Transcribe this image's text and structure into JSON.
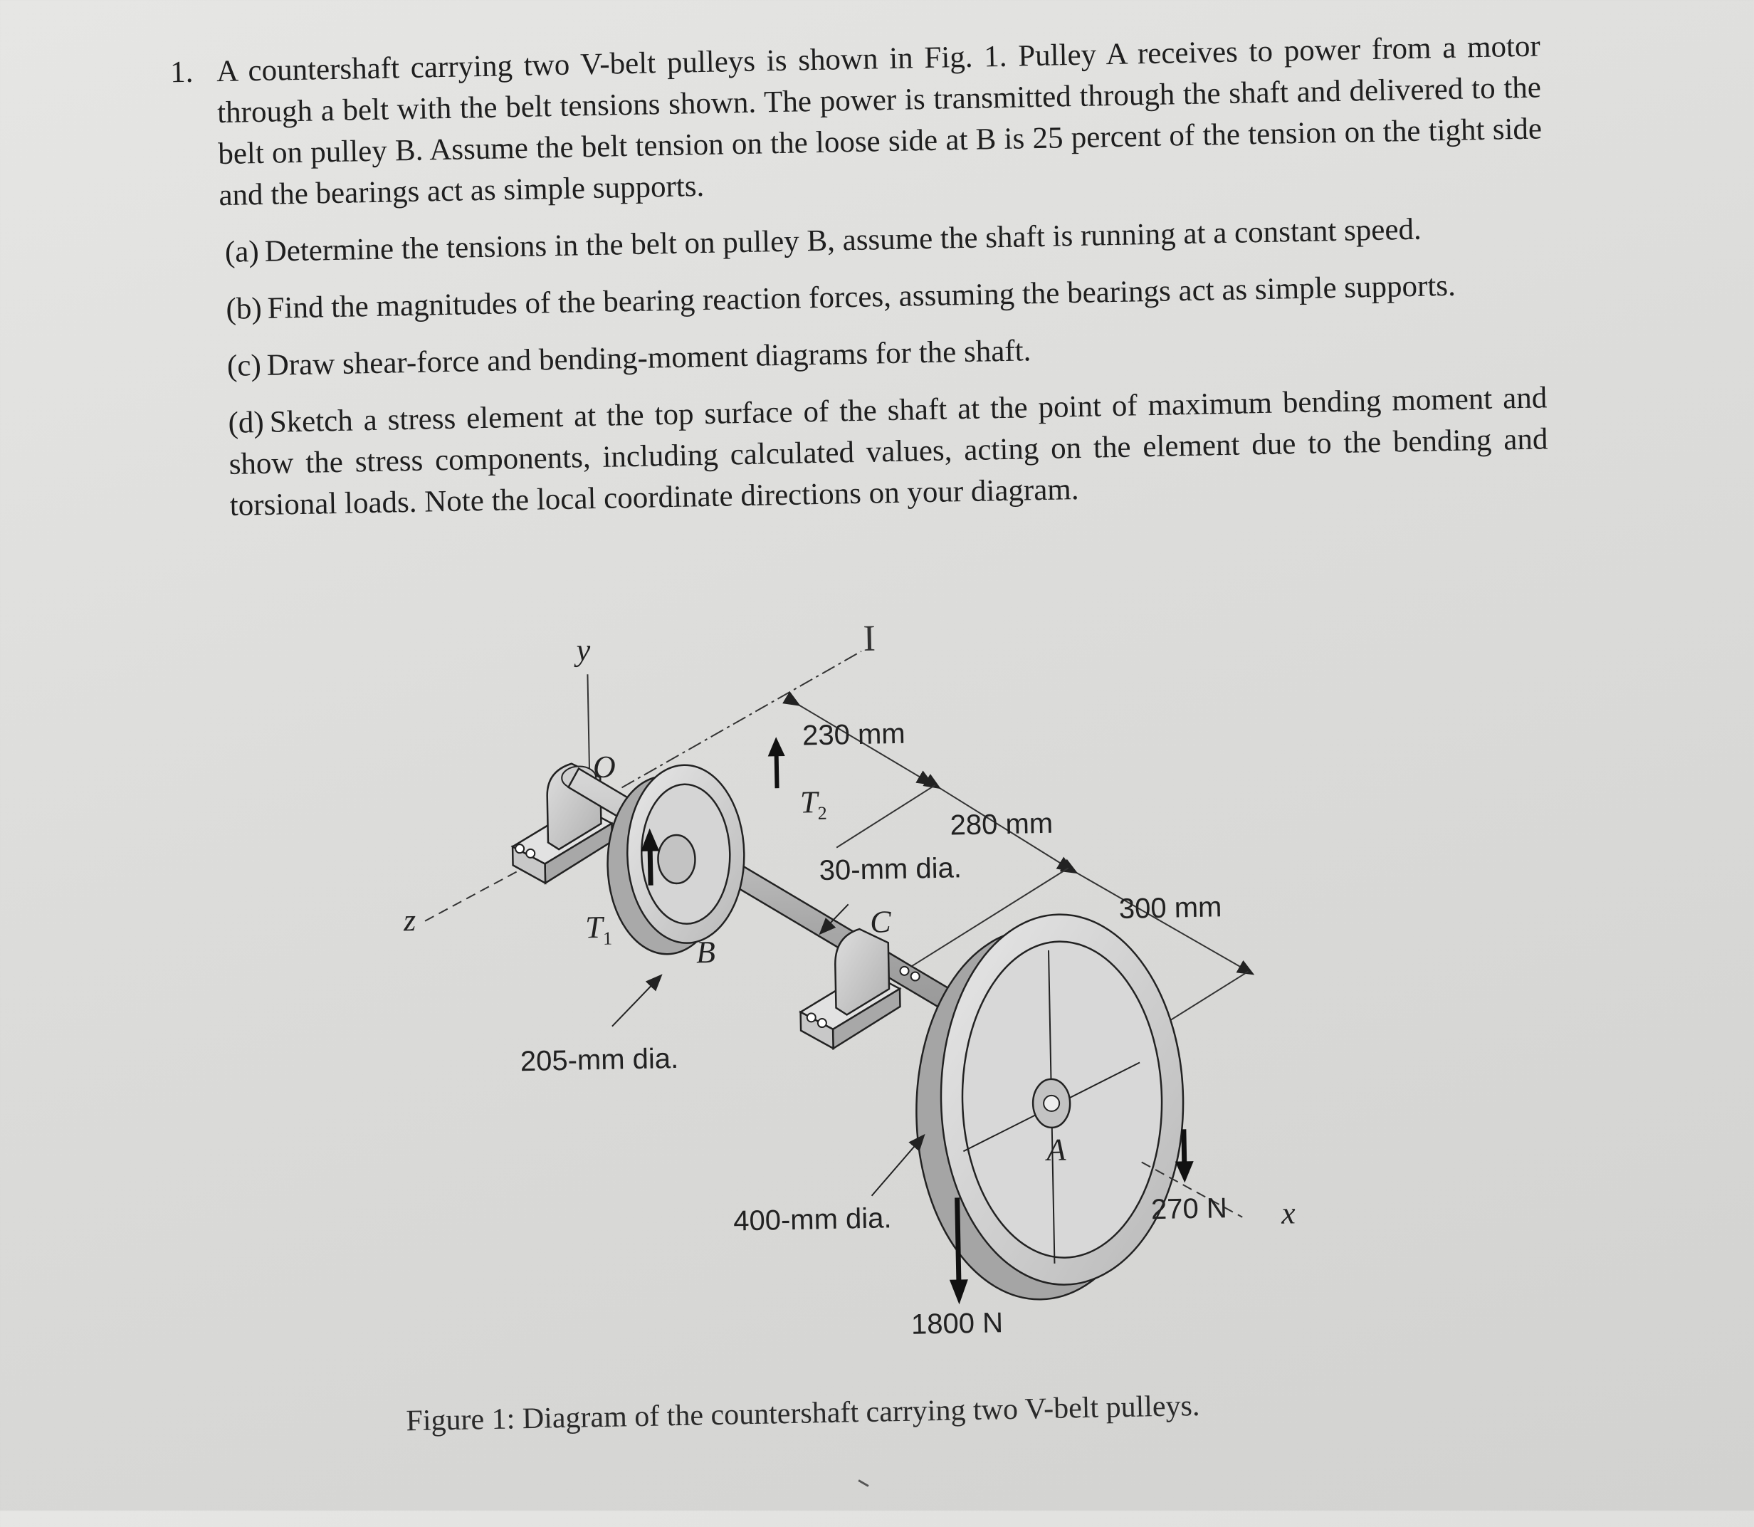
{
  "problem": {
    "number": "1.",
    "statement": "A countershaft carrying two V-belt pulleys is shown in Fig. 1. Pulley A receives to power from a motor through a belt with the belt tensions shown. The power is transmitted through the shaft and delivered to the belt on pulley B. Assume the belt tension on the loose side at B is 25 percent of the tension on the tight side and the bearings act as simple supports.",
    "parts": [
      {
        "label": "(a)",
        "text": "Determine the tensions in the belt on pulley B, assume the shaft is running at a constant speed."
      },
      {
        "label": "(b)",
        "text": "Find the magnitudes of the bearing reaction forces, assuming the bearings act as simple supports."
      },
      {
        "label": "(c)",
        "text": "Draw shear-force and bending-moment diagrams for the shaft."
      },
      {
        "label": "(d)",
        "text": "Sketch a stress element at the top surface of the shaft at the point of maximum bending moment and show the stress components, including calculated values, acting on the element due to the bending and torsional loads. Note the local coordinate directions on your diagram."
      }
    ]
  },
  "figure": {
    "axis_y": "y",
    "axis_z": "z",
    "axis_x": "x",
    "origin": "O",
    "dim_230": "230 mm",
    "dim_280": "280 mm",
    "dim_300": "300 mm",
    "shaft_dia": "30-mm dia.",
    "pulley_b_dia": "205-mm dia.",
    "pulley_a_dia": "400-mm dia.",
    "tension_t1": "T",
    "tension_t1_sub": "1",
    "tension_t2": "T",
    "tension_t2_sub": "2",
    "label_b": "B",
    "label_c": "C",
    "label_a": "A",
    "force_1800": "1800 N",
    "force_270": "270 N"
  },
  "caption": "Figure 1: Diagram of the countershaft carrying two V-belt pulleys."
}
